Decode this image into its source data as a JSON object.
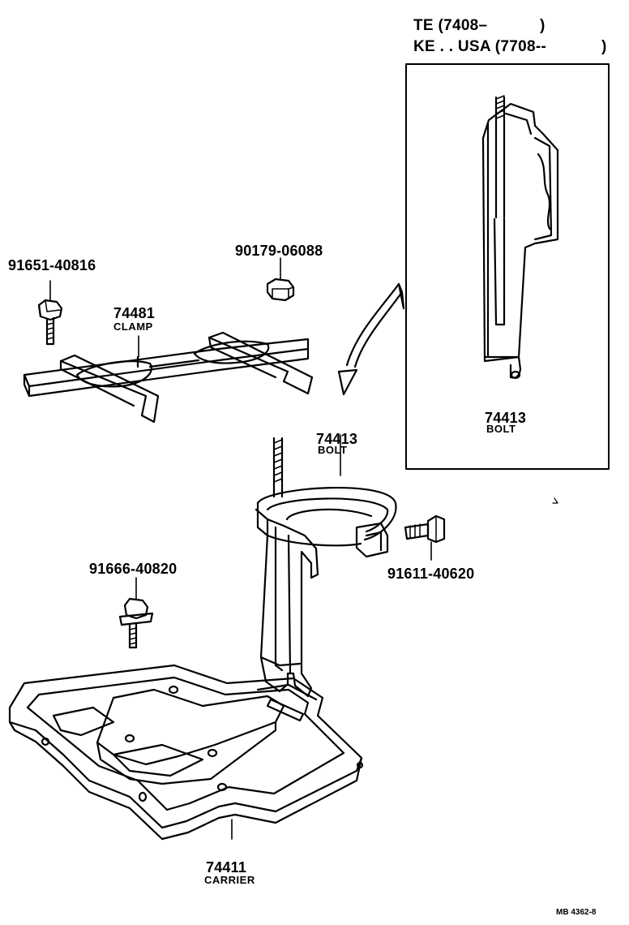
{
  "inset": {
    "line1": "TE (7408–",
    "line2": "KE . . USA (7708--",
    "part_number": "74413",
    "part_name": "BOLT"
  },
  "parts": {
    "bolt_clamp_left": "91651-40816",
    "nut_clamp": "90179-06088",
    "clamp_number": "74481",
    "clamp_name": "CLAMP",
    "bolt_number": "74413",
    "bolt_name": "BOLT",
    "bolt_right": "91611-40620",
    "bolt_carrier": "91666-40820",
    "carrier_number": "74411",
    "carrier_name": "CARRIER"
  },
  "footer": {
    "code": "MB 4362-8"
  },
  "colors": {
    "ink": "#000000",
    "paper": "#ffffff"
  }
}
